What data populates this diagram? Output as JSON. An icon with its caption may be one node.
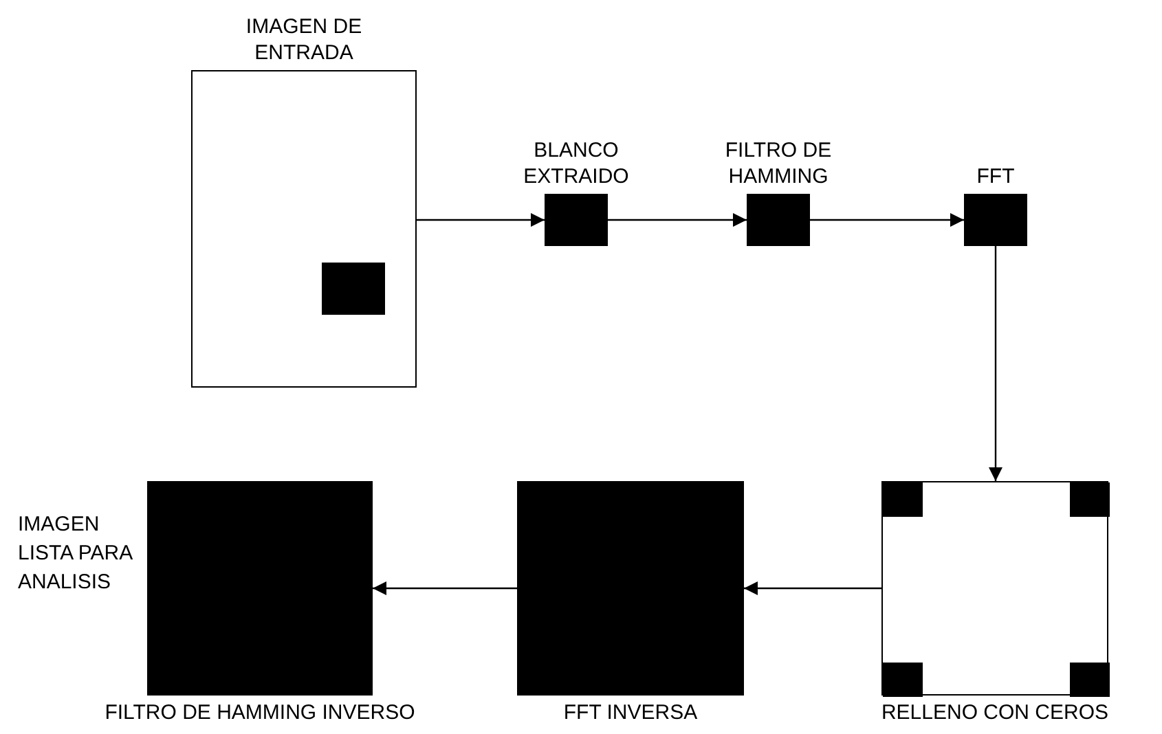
{
  "diagram": {
    "nodes": [
      {
        "text": [
          "IMAGEN DE ENTRADA"
        ]
      },
      {
        "text": [
          "BLANCO EXTRAIDO"
        ]
      },
      {
        "text": [
          "FILTRO DE HAMMING"
        ]
      },
      {
        "text": [
          "FFT"
        ]
      },
      {
        "text": [
          "RELLENO CON CEROS"
        ]
      },
      {
        "text": [
          "FFT INVERSA"
        ]
      },
      {
        "text": [
          "FILTRO DE HAMMING INVERSO"
        ],
        "beside": [
          "IMAGEN LISTA PARA ANALISIS"
        ]
      }
    ],
    "edges": [
      {
        "from": 0,
        "to": 1,
        "arrow": "to"
      },
      {
        "from": 1,
        "to": 2,
        "arrow": "to"
      },
      {
        "from": 2,
        "to": 3,
        "arrow": "to"
      },
      {
        "from": 3,
        "to": 4,
        "arrow": "to"
      },
      {
        "from": 4,
        "to": 5,
        "arrow": "to"
      },
      {
        "from": 5,
        "to": 6,
        "arrow": "to"
      }
    ]
  }
}
